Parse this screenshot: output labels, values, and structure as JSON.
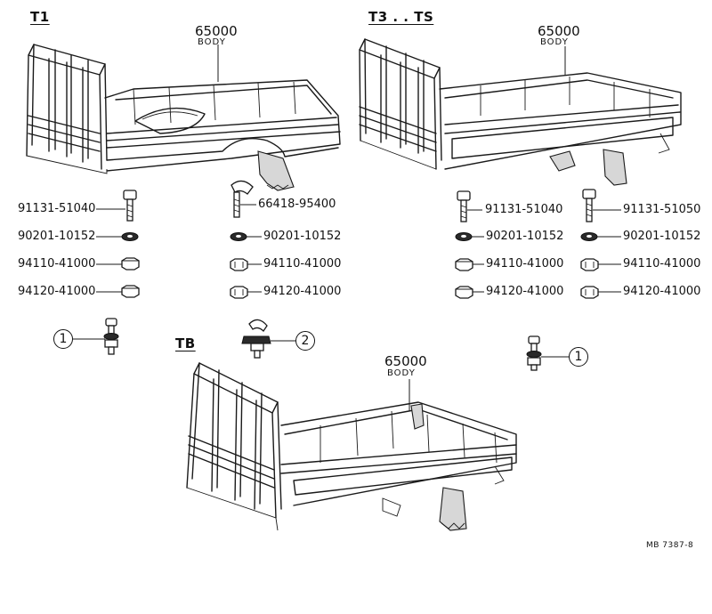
{
  "sections": {
    "t1": {
      "label": "T1",
      "body_number": "65000",
      "body_word": "BODY",
      "parts_left": [
        "91131-51040",
        "90201-10152",
        "94110-41000",
        "94120-41000"
      ],
      "parts_right": [
        "66418-95400",
        "90201-10152",
        "94110-41000",
        "94120-41000"
      ]
    },
    "t3ts": {
      "label": "T3 . . TS",
      "body_number": "65000",
      "body_word": "BODY",
      "parts_left": [
        "91131-51040",
        "90201-10152",
        "94110-41000",
        "94120-41000"
      ],
      "parts_right": [
        "91131-51050",
        "90201-10152",
        "94110-41000",
        "94120-41000"
      ]
    },
    "tb": {
      "label": "TB",
      "body_number": "65000",
      "body_word": "BODY"
    }
  },
  "callouts": [
    "1",
    "2",
    "1"
  ],
  "footer_code": "MB  7387-8",
  "icons": [
    "truck-bed-body",
    "bolt",
    "washer",
    "nut",
    "hook-bolt",
    "bolt-assembly",
    "mudflap"
  ]
}
